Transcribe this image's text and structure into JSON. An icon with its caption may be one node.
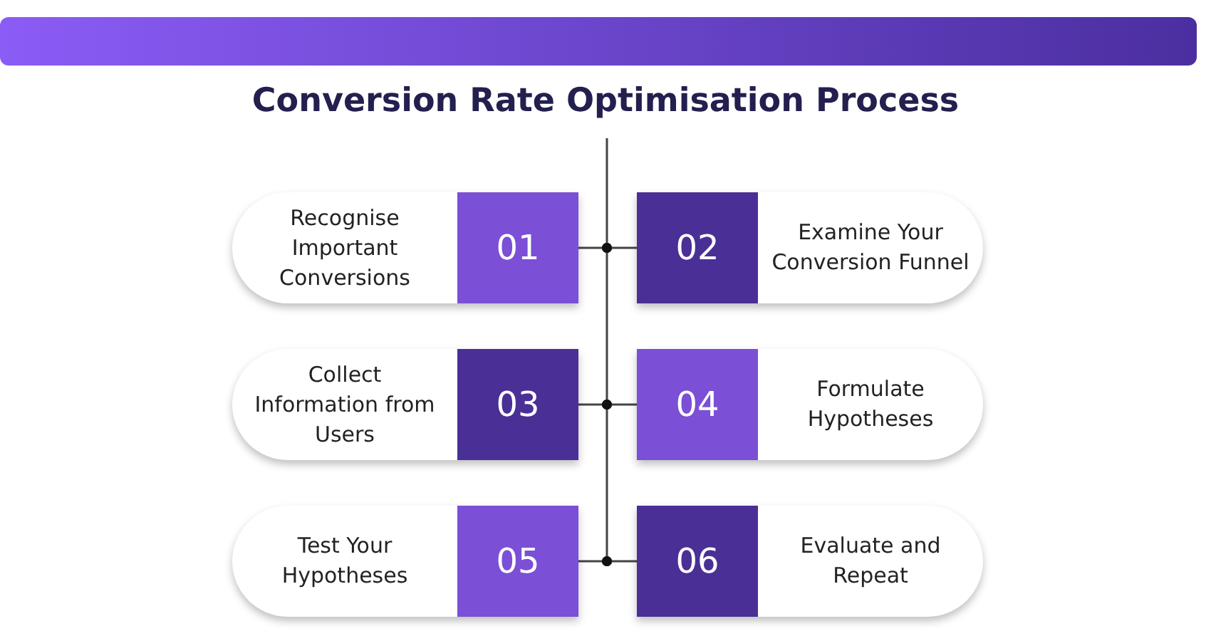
{
  "diagram": {
    "title": "Conversion Rate Optimisation Process",
    "nodes": [
      {
        "text": [
          "Recognise Important Conversions",
          "01"
        ]
      },
      {
        "text": [
          "02",
          "Examine Your Conversion Funnel"
        ]
      },
      {
        "text": [
          "Collect Information from Users",
          "03"
        ]
      },
      {
        "text": [
          "04",
          "Formulate Hypotheses"
        ]
      },
      {
        "text": [
          "Test Your Hypotheses",
          "05"
        ]
      },
      {
        "text": [
          "06",
          "Evaluate and Repeat"
        ]
      }
    ],
    "edges": []
  }
}
